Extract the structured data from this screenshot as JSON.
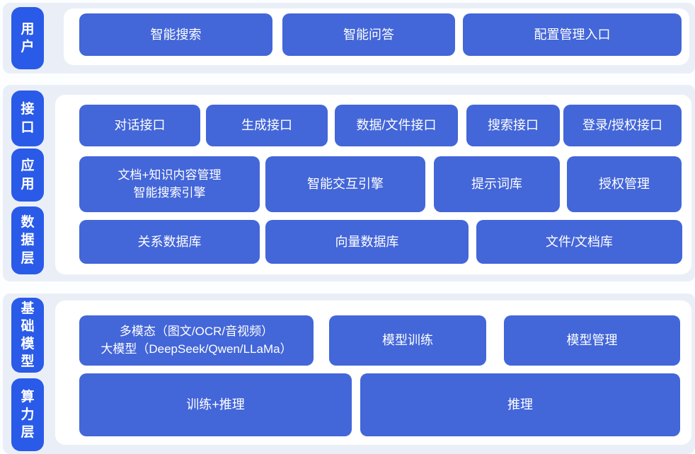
{
  "colors": {
    "layer_pill_blue": "#2a5ae8",
    "node_blue": "#4366d8",
    "section_band_gray": "#eaeff7",
    "panel_white": "#ffffff",
    "page_background": "#fdfeff",
    "text_white": "#ffffff"
  },
  "layers": {
    "user": {
      "label": "用户"
    },
    "interface": {
      "label": "接口"
    },
    "application": {
      "label": "应用"
    },
    "data": {
      "label": "数据层"
    },
    "foundation_model": {
      "label": "基础模型"
    },
    "compute": {
      "label": "算力层"
    }
  },
  "buttons": {
    "user": [
      "智能搜索",
      "智能问答",
      "配置管理入口"
    ],
    "interface": [
      "对话接口",
      "生成接口",
      "数据/文件接口",
      "搜索接口",
      "登录/授权接口"
    ],
    "application": [
      "文档+知识内容管理\n智能搜索引擎",
      "智能交互引擎",
      "提示词库",
      "授权管理"
    ],
    "data": [
      "关系数据库",
      "向量数据库",
      "文件/文档库"
    ],
    "foundation_model": [
      "多模态（图文/OCR/音视频）\n大模型（DeepSeek/Qwen/LLaMa）",
      "模型训练",
      "模型管理"
    ],
    "compute": [
      "训练+推理",
      "推理"
    ]
  }
}
